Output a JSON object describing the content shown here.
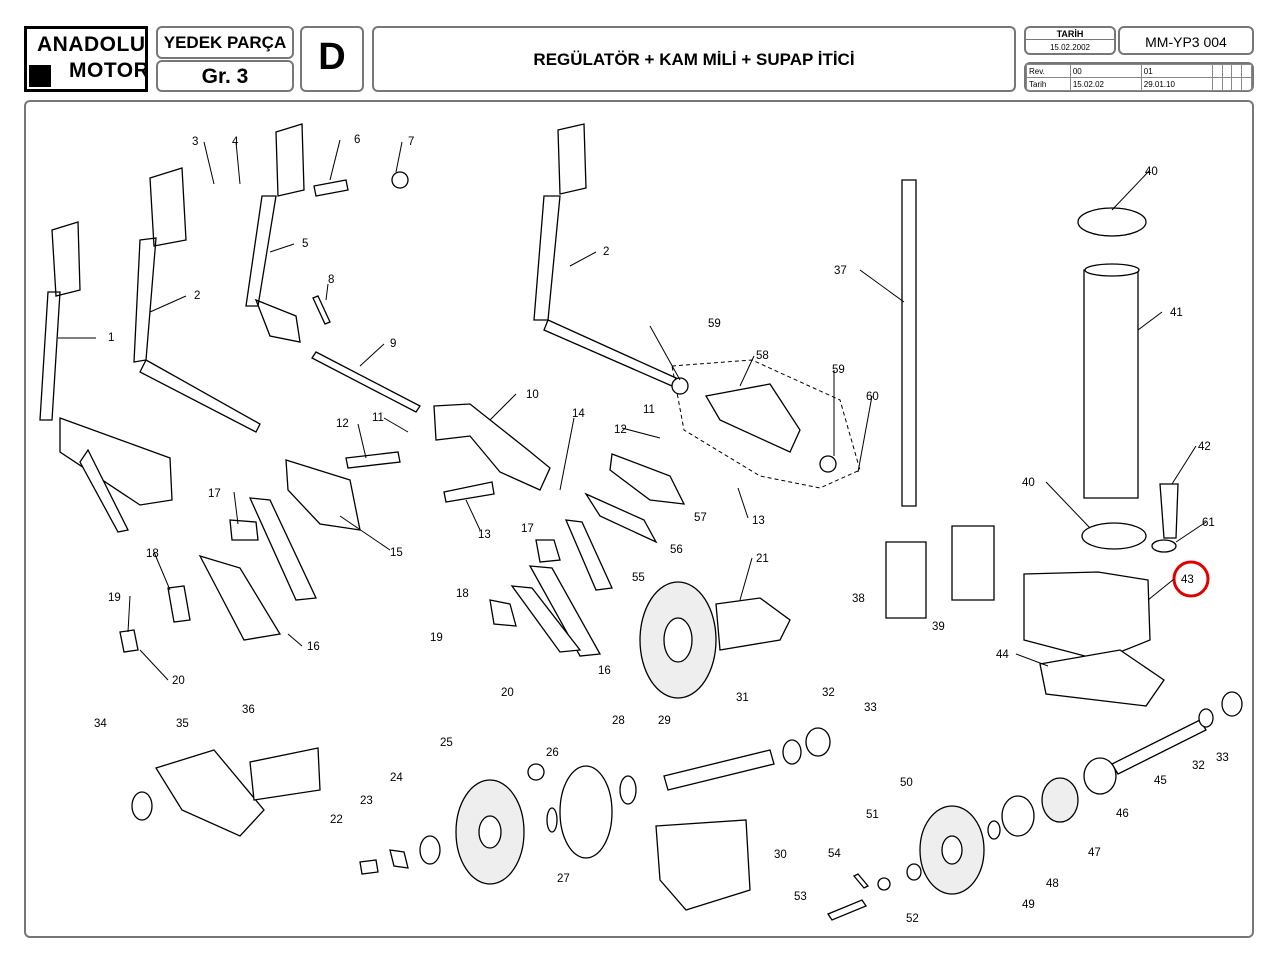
{
  "header": {
    "brand_line1": "ANADOLU",
    "brand_line2": "MOTOR",
    "category": "YEDEK PARÇA",
    "group": "Gr. 3",
    "section_letter": "D",
    "title": "REGÜLATÖR + KAM MİLİ + SUPAP İTİCİ",
    "date_label": "TARİH",
    "date_value": "15.02.2002",
    "doc_code": "MM-YP3 004",
    "rev_label": "Rev.",
    "rev_date_label": "Tarih",
    "rev_numbers": [
      "00",
      "01"
    ],
    "rev_dates": [
      "15.02.02",
      "29.01.10"
    ]
  },
  "diagram": {
    "highlighted_part": "43",
    "part_labels": [
      "1",
      "2",
      "2",
      "3",
      "4",
      "5",
      "6",
      "7",
      "8",
      "9",
      "10",
      "11",
      "11",
      "12",
      "12",
      "13",
      "13",
      "14",
      "15",
      "16",
      "16",
      "17",
      "17",
      "18",
      "18",
      "19",
      "19",
      "20",
      "20",
      "21",
      "22",
      "23",
      "24",
      "25",
      "26",
      "27",
      "28",
      "29",
      "30",
      "31",
      "32",
      "32",
      "33",
      "33",
      "34",
      "35",
      "36",
      "37",
      "38",
      "39",
      "40",
      "40",
      "41",
      "42",
      "43",
      "44",
      "45",
      "46",
      "47",
      "48",
      "49",
      "50",
      "51",
      "52",
      "53",
      "54",
      "55",
      "56",
      "57",
      "58",
      "59",
      "59",
      "60",
      "61"
    ]
  }
}
